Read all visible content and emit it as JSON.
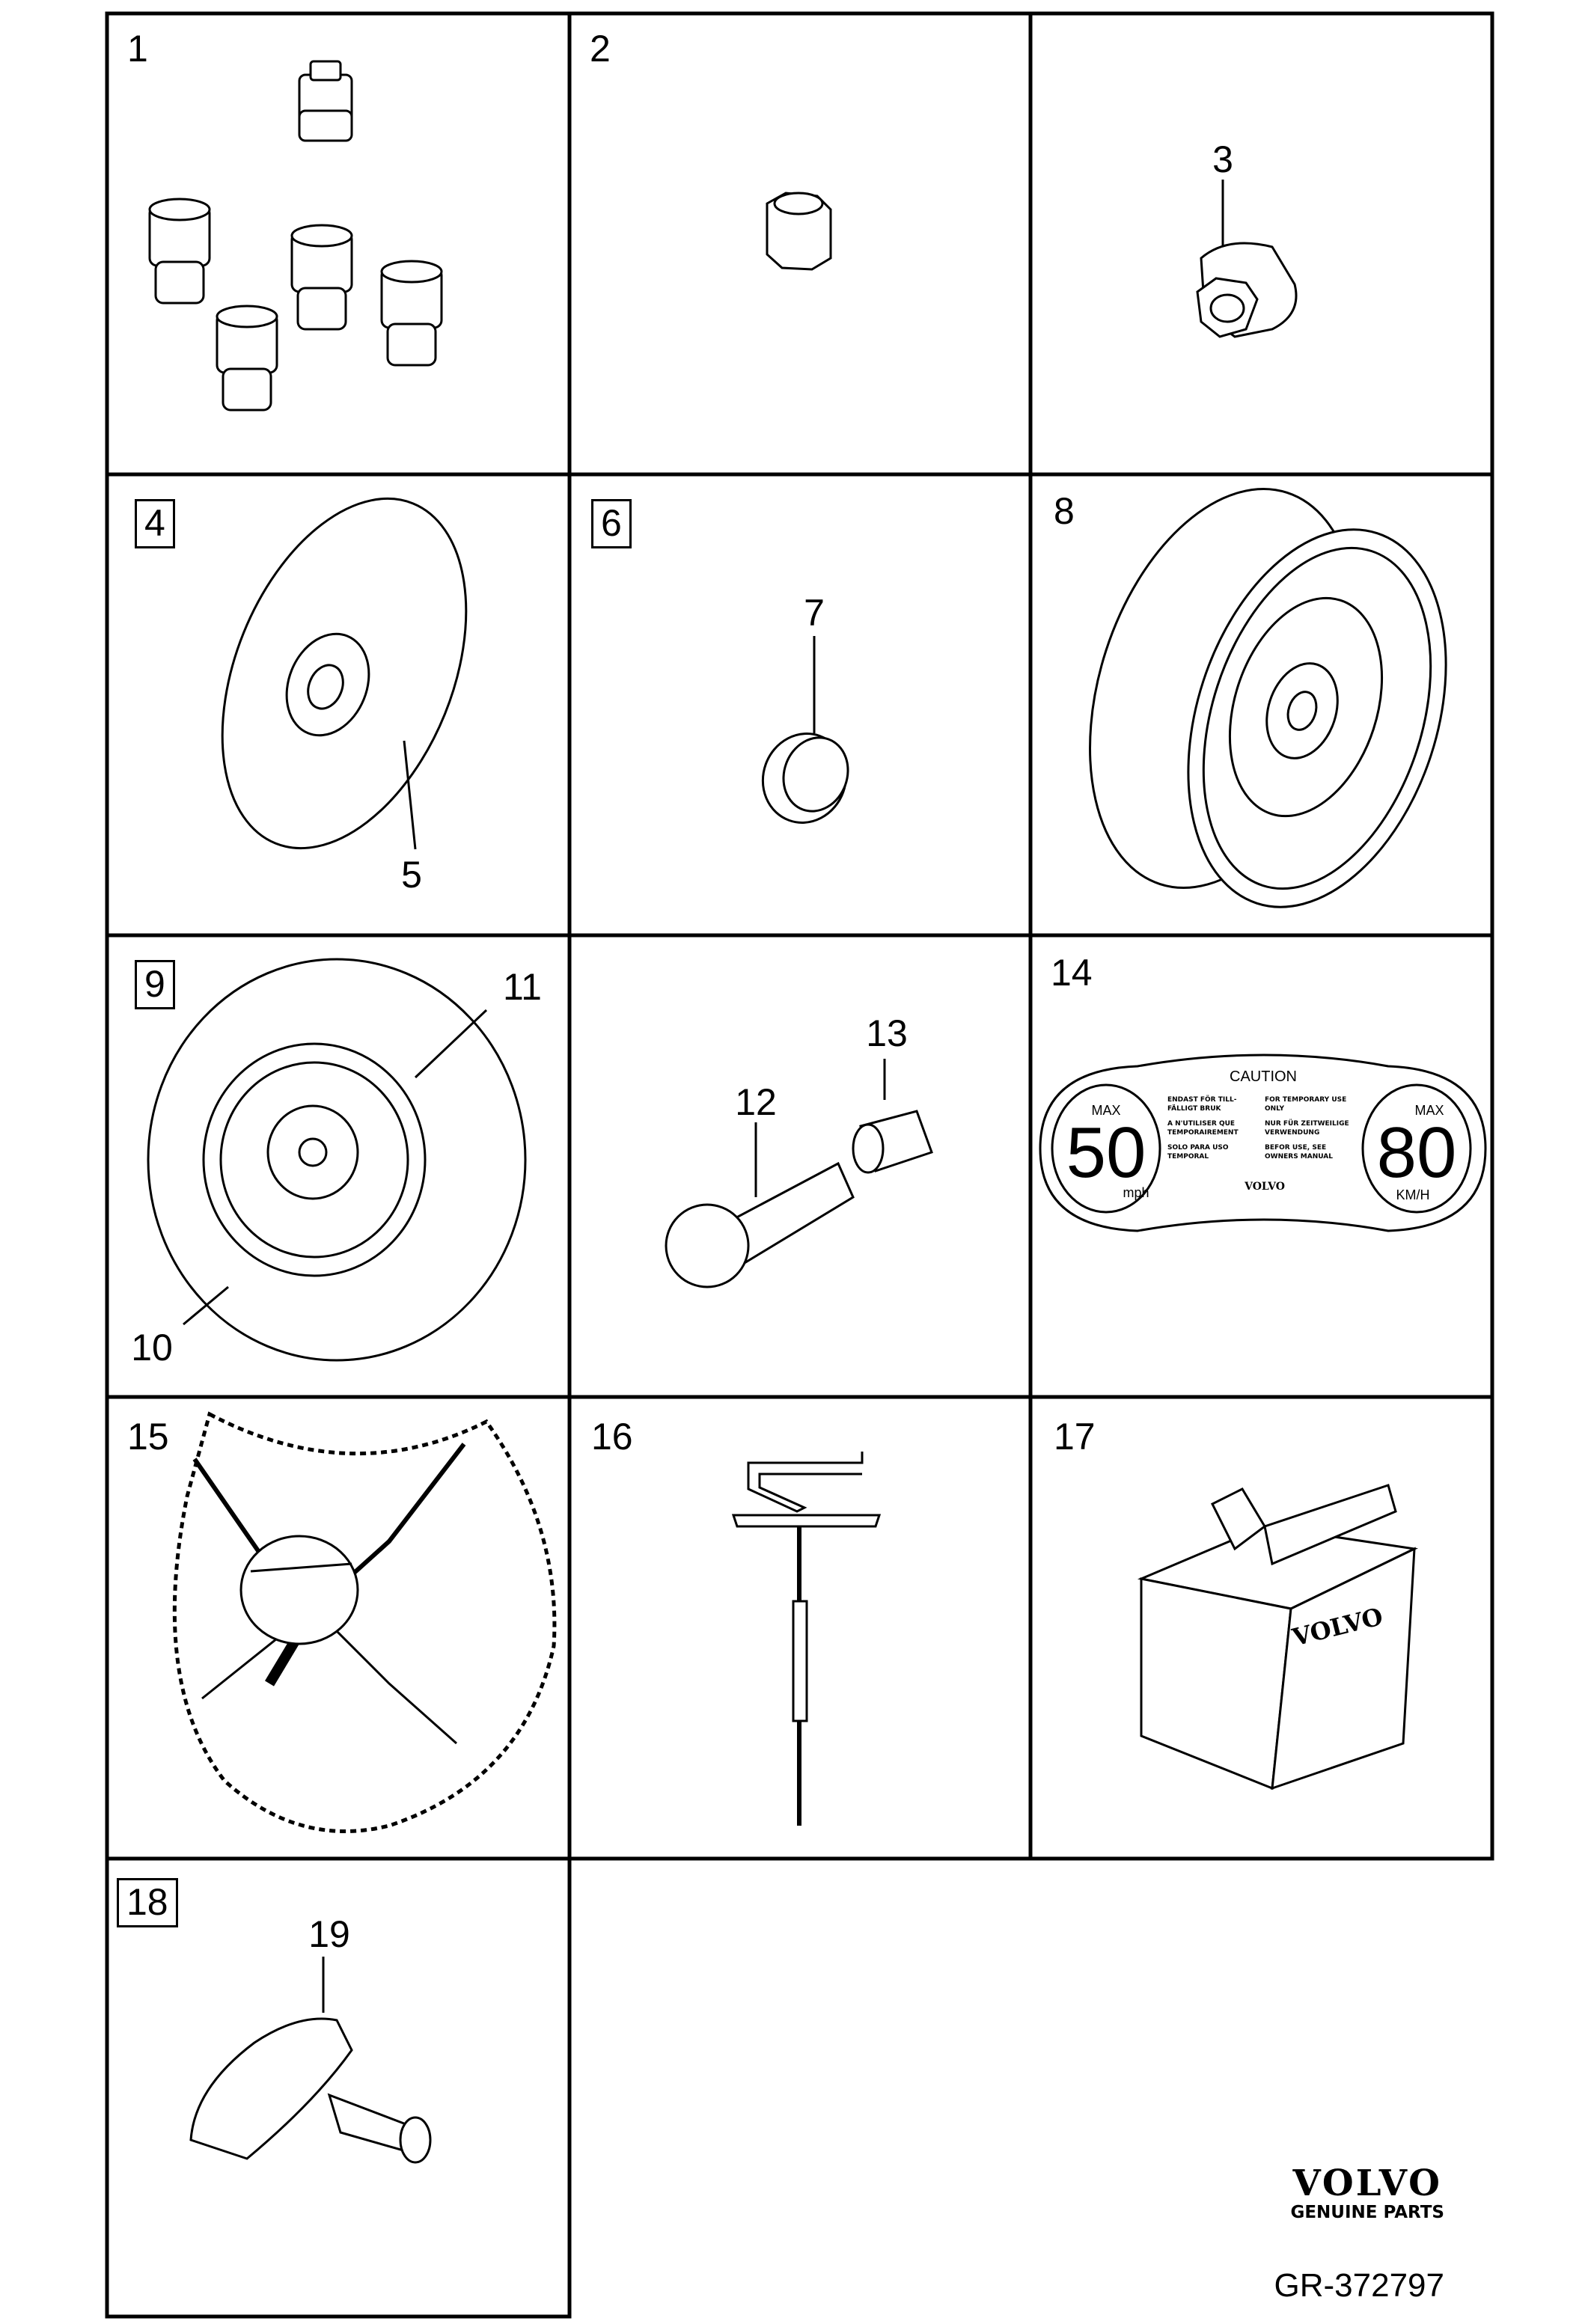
{
  "cells": [
    {
      "id": "1",
      "label": "1",
      "boxed": false
    },
    {
      "id": "2",
      "label": "2",
      "boxed": false
    },
    {
      "id": "3",
      "label": "",
      "boxed": false
    },
    {
      "id": "4",
      "label": "4",
      "boxed": true
    },
    {
      "id": "6",
      "label": "6",
      "boxed": true
    },
    {
      "id": "8",
      "label": "8",
      "boxed": false
    },
    {
      "id": "9",
      "label": "9",
      "boxed": true
    },
    {
      "id": "12",
      "label": "",
      "boxed": false
    },
    {
      "id": "14",
      "label": "14",
      "boxed": false
    },
    {
      "id": "15",
      "label": "15",
      "boxed": false
    },
    {
      "id": "16",
      "label": "16",
      "boxed": false
    },
    {
      "id": "17",
      "label": "17",
      "boxed": false
    },
    {
      "id": "18",
      "label": "18",
      "boxed": true
    }
  ],
  "callouts": {
    "c3": "3",
    "c5": "5",
    "c7": "7",
    "c10": "10",
    "c11": "11",
    "c12": "12",
    "c13": "13",
    "c19": "19"
  },
  "decal": {
    "caution": "CAUTION",
    "left_max": "MAX",
    "left_speed": "50",
    "left_unit": "mph",
    "right_max": "MAX",
    "right_speed": "80",
    "right_unit": "KM/H",
    "brand": "VOLVO",
    "text_l1": "ENDAST FÖR TILL-",
    "text_l2": "FÄLLIGT BRUK",
    "text_l3": "A N'UTILISER QUE",
    "text_l4": "TEMPORAIREMENT",
    "text_l5": "SOLO PARA USO",
    "text_l6": "TEMPORAL",
    "text_r1": "FOR TEMPORARY USE",
    "text_r2": "ONLY",
    "text_r3": "NUR FÜR ZEITWEILIGE",
    "text_r4": "VERWENDUNG",
    "text_r5": "BEFOR USE, SEE",
    "text_r6": "OWNERS MANUAL"
  },
  "box_brand": "VOLVO",
  "footer": {
    "brand": "VOLVO",
    "sub": "GENUINE PARTS",
    "ref": "GR-372797"
  }
}
